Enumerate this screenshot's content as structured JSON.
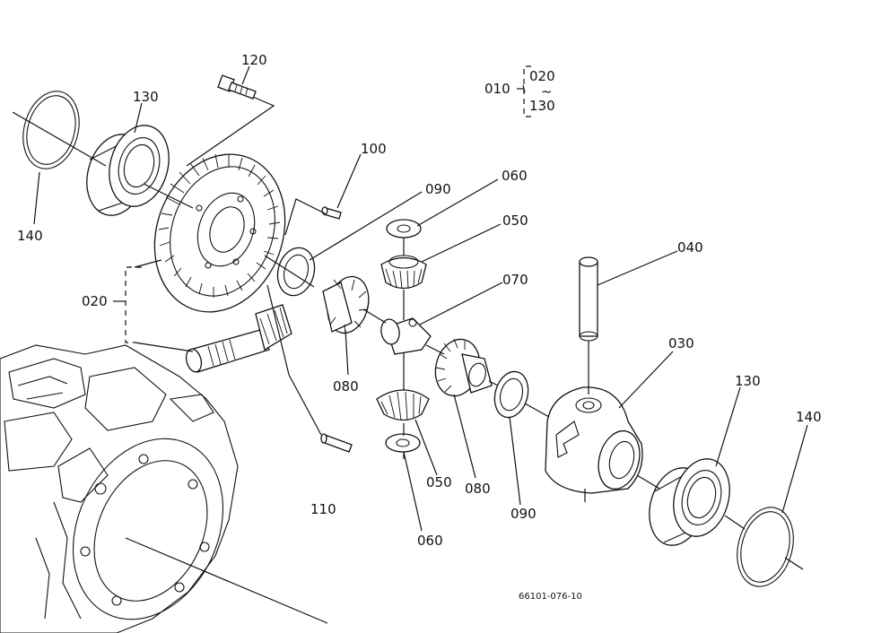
{
  "diagram": {
    "drawing_code": "66101-076-10",
    "assembly": {
      "id": "010",
      "range_from": "020",
      "tilde": "~",
      "range_to": "130"
    },
    "callouts": {
      "c120": "120",
      "c130_top": "130",
      "c140_left": "140",
      "c100": "100",
      "c090_top": "090",
      "c060_top": "060",
      "c050_top": "050",
      "c020": "020",
      "c070": "070",
      "c040": "040",
      "c030": "030",
      "c130_right": "130",
      "c140_right": "140",
      "c080_left": "080",
      "c080_right": "080",
      "c050_bottom": "050",
      "c090_bottom": "090",
      "c110": "110",
      "c060_bottom": "060"
    }
  }
}
